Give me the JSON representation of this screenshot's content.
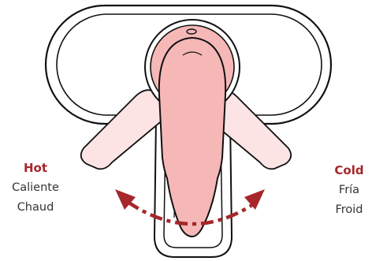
{
  "labels": {
    "hot": {
      "en": "Hot",
      "es": "Caliente",
      "fr": "Chaud"
    },
    "cold": {
      "en": "Cold",
      "es": "Fría",
      "fr": "Froid"
    }
  },
  "colors": {
    "accent": "#a6262b",
    "handle_fill": "#f6b7b7",
    "handle_fill_light": "#fde4e4",
    "outline": "#111111",
    "text": "#333333"
  }
}
